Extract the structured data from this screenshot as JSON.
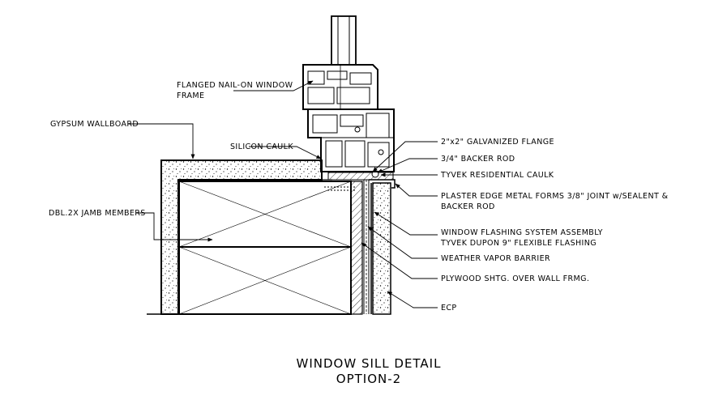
{
  "title": {
    "line1": "WINDOW SILL DETAIL",
    "line2": "OPTION-2"
  },
  "labels": {
    "window_frame_1": "FLANGED NAIL-ON WINDOW",
    "window_frame_2": "FRAME",
    "gypsum": "GYPSUM WALLBOARD",
    "silicon_caulk": "SILICON CAULK",
    "jamb_members": "DBL.2X JAMB MEMBERS",
    "galv_flange": "2\"x2\" GALVANIZED FLANGE",
    "backer_rod": "3/4\" BACKER ROD",
    "tyvek_caulk": "TYVEK RESIDENTIAL CAULK",
    "plaster_edge_1": "PLASTER EDGE METAL FORMS 3/8\" JOINT w/SEALENT &",
    "plaster_edge_2": "BACKER ROD",
    "flashing_1": "WINDOW FLASHING SYSTEM ASSEMBLY",
    "flashing_2": "TYVEK DUPON 9\" FLEXIBLE FLASHING",
    "vapor_barrier": "WEATHER VAPOR BARRIER",
    "plywood": "PLYWOOD SHTG. OVER WALL FRMG.",
    "ecp": "ECP"
  }
}
